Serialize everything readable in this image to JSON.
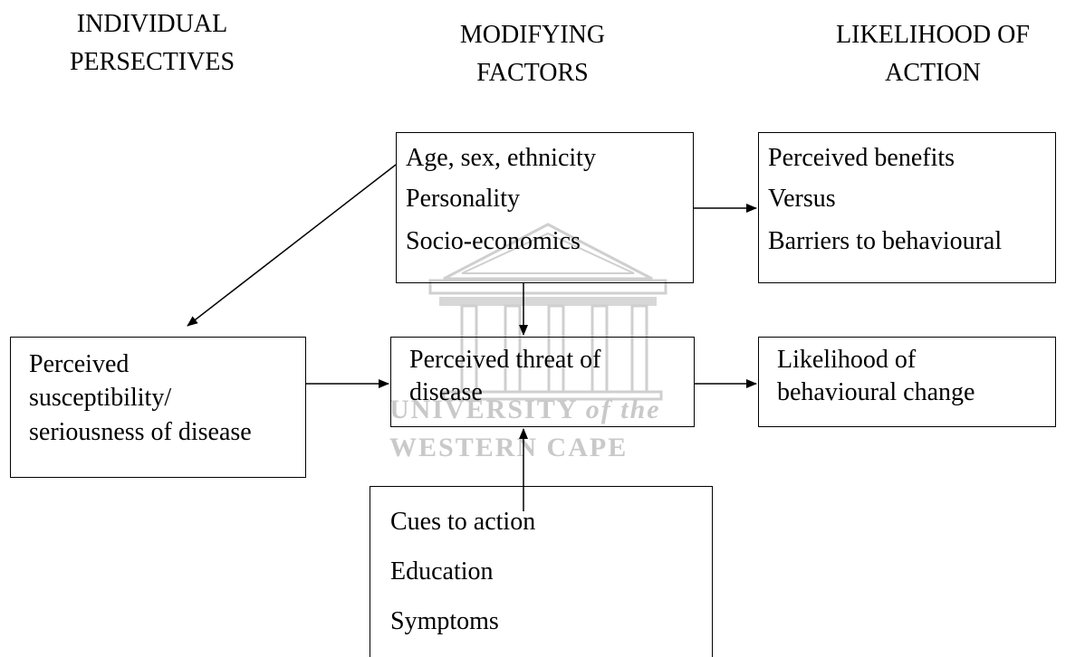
{
  "headings": {
    "individual": [
      "INDIVIDUAL",
      "PERSECTIVES"
    ],
    "modifying": [
      "MODIFYING",
      "FACTORS"
    ],
    "likelihood": [
      "LIKELIHOOD OF",
      "ACTION"
    ]
  },
  "boxes": {
    "modifying_factors": [
      "Age, sex, ethnicity",
      "Personality",
      "Socio-economics"
    ],
    "benefits_barriers": [
      "Perceived benefits",
      "Versus",
      "Barriers to behavioural"
    ],
    "susceptibility": [
      "Perceived",
      "susceptibility/",
      "seriousness of disease"
    ],
    "threat": [
      "Perceived threat of",
      "disease"
    ],
    "likelihood_change": [
      "Likelihood of",
      "behavioural change"
    ],
    "cues": [
      "Cues to action",
      "Education",
      "Symptoms"
    ]
  },
  "watermark": {
    "line1": "UNIVERSITY",
    "line1_italic": "of the",
    "line2": "WESTERN CAPE"
  },
  "colors": {
    "line": "#000000",
    "watermark": "#c9c9c9"
  }
}
